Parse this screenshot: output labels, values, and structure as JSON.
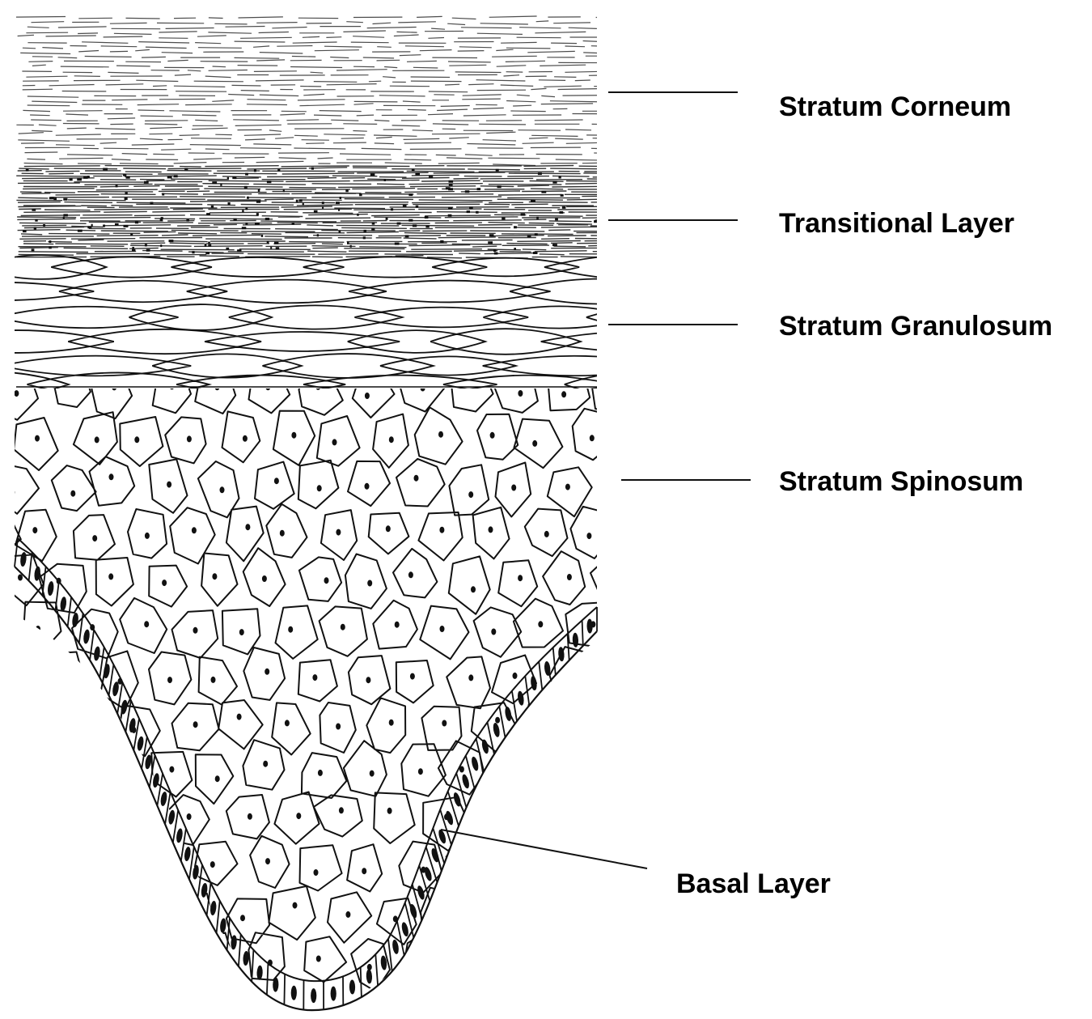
{
  "labels": {
    "stratum_corneum": "Stratum Corneum",
    "transitional_layer": "Transitional Layer",
    "stratum_granulosum": "Stratum Granulosum",
    "stratum_spinosum": "Stratum Spinosum",
    "basal_layer": "Basal Layer"
  },
  "colors": {
    "ink": "#111111",
    "background": "#ffffff",
    "text": "#000000"
  }
}
